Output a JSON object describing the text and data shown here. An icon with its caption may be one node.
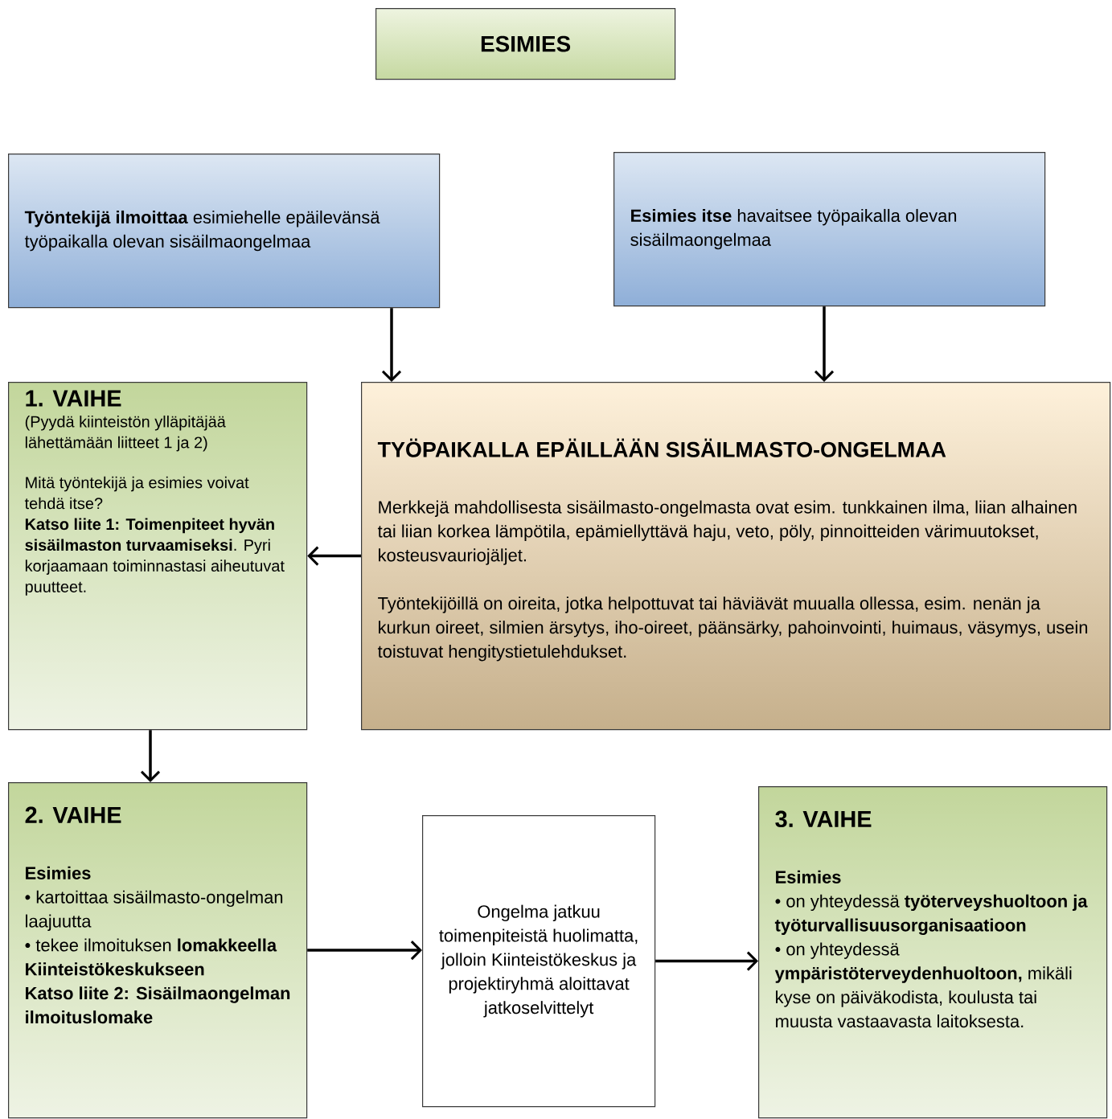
{
  "diagram": {
    "nodes": [
      {
        "text": [
          "ESIMIES"
        ]
      },
      {
        "text": [
          "**Työntekijä ilmoittaa** esimiehelle epäilevänsä työpaikalla olevan sisäilmaongelmaa"
        ]
      },
      {
        "text": [
          "**Esimies itse** havaitsee työpaikalla olevan sisäilmaongelmaa"
        ]
      },
      {
        "text": [
          "1. VAIHE",
          "(Pyydä kiinteistön ylläpitäjää lähettämään liitteet 1 ja 2)",
          "Mitä työntekijä ja esimies voivat tehdä itse?",
          "**Katso liite 1: Toimenpiteet hyvän sisäilmaston turvaamiseksi**. Pyri korjaamaan toiminnastasi aiheutuvat puutteet."
        ]
      },
      {
        "text": [
          "TYÖPAIKALLA EPÄILLÄÄN SISÄILMASTO-ONGELMAA",
          "Merkkejä mahdollisesta sisäilmasto-ongelmasta ovat esim. tunkkainen ilma, liian alhainen tai liian korkea lämpötila, epämiellyttävä haju, veto, pöly, pinnoitteiden värimuutokset, kosteusvauriojäljet.",
          "Työntekijöillä on oireita, jotka helpottuvat tai häviävät muualla ollessa, esim. nenän ja kurkun oireet, silmien ärsytys, iho-oireet, päänsärky, pahoinvointi, huimaus, väsymys, usein toistuvat hengitystietulehdukset."
        ]
      },
      {
        "text": [
          "2. VAIHE",
          "Esimies",
          "• kartoittaa sisäilmasto-ongelman laajuutta",
          "• tekee ilmoituksen **lomakkeella Kiinteistökeskukseen**",
          "Katso liite 2: Sisäilmaongelman ilmoituslomake"
        ]
      },
      {
        "text": [
          "Ongelma jatkuu toimenpiteistä huolimatta, jolloin Kiinteistökeskus ja projektiryhmä aloittavat jatkoselvittelyt"
        ]
      },
      {
        "text": [
          "3. VAIHE",
          "Esimies",
          "• on yhteydessä **työterveyshuoltoon ja työturvallisuusorganisaatioon**",
          "• on yhteydessä **ympäristöterveydenhuoltoon,** mikäli kyse on päiväkodista, koulusta tai muusta vastaavasta laitoksesta."
        ]
      }
    ],
    "edges": [
      {
        "from": 1,
        "to": 4,
        "arrow": "to"
      },
      {
        "from": 2,
        "to": 4,
        "arrow": "to"
      },
      {
        "from": 4,
        "to": 3,
        "arrow": "to"
      },
      {
        "from": 3,
        "to": 5,
        "arrow": "to"
      },
      {
        "from": 5,
        "to": 6,
        "arrow": "to"
      },
      {
        "from": 6,
        "to": 7,
        "arrow": "to"
      }
    ]
  }
}
